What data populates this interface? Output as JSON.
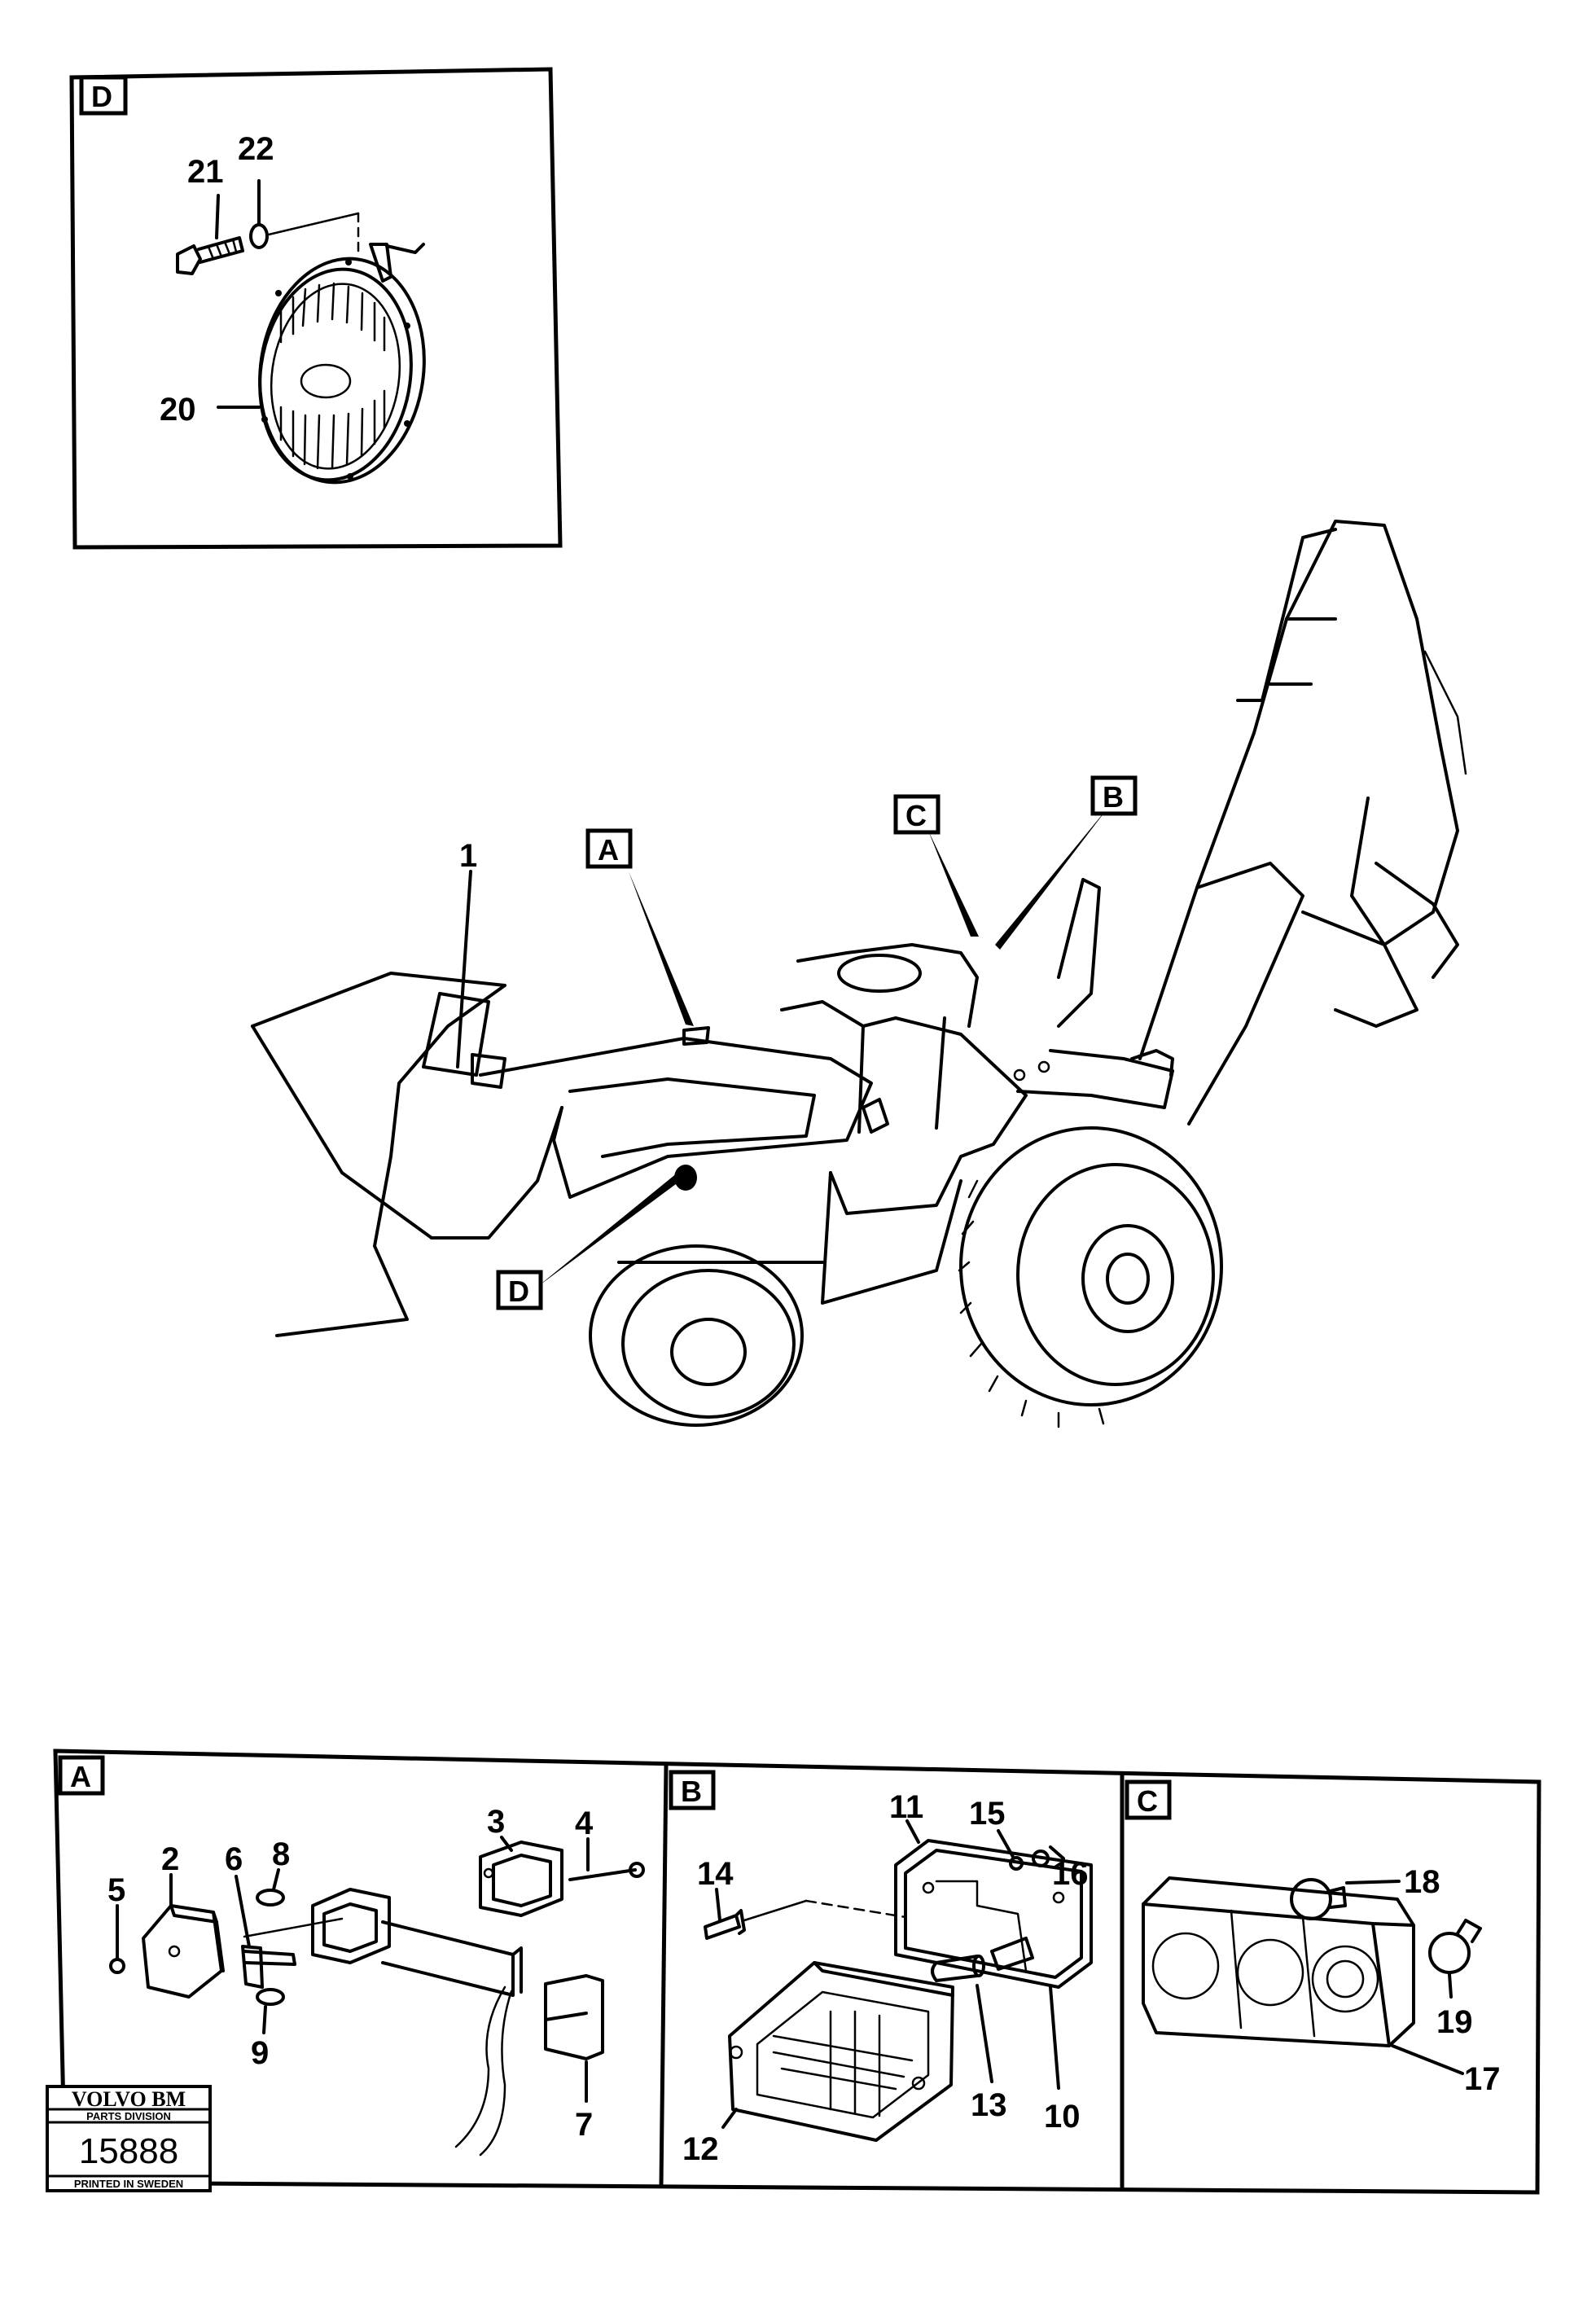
{
  "panels": {
    "d": {
      "tag": "D",
      "labels": [
        "21",
        "22",
        "20"
      ]
    },
    "a": {
      "tag": "A",
      "labels": [
        "5",
        "2",
        "6",
        "8",
        "9",
        "3",
        "4",
        "7"
      ]
    },
    "b": {
      "tag": "B",
      "labels": [
        "11",
        "15",
        "16",
        "14",
        "12",
        "13",
        "10"
      ]
    },
    "c": {
      "tag": "C",
      "labels": [
        "18",
        "19",
        "17"
      ]
    }
  },
  "overview": {
    "part_label": "1",
    "callouts": [
      "A",
      "C",
      "B",
      "D"
    ]
  },
  "logo": {
    "brand": "VOLVO BM",
    "division": "PARTS DIVISION",
    "number": "15888",
    "printed": "PRINTED IN SWEDEN"
  }
}
